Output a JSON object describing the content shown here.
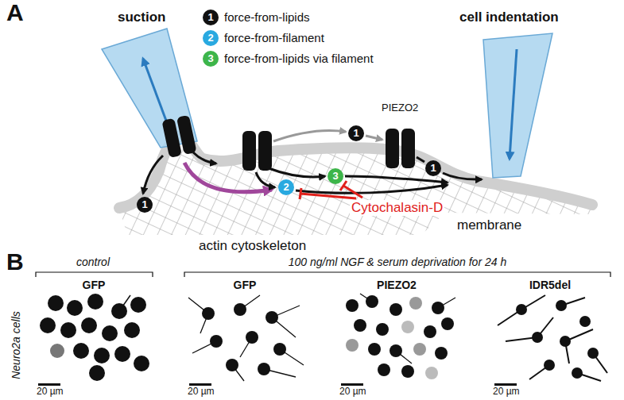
{
  "diagram": {
    "nodes": [
      {
        "text": [
          "GFP",
          "20 µm"
        ]
      },
      {
        "text": [
          "GFP",
          "20 µm"
        ]
      },
      {
        "text": [
          "PIEZO2",
          "20 µm"
        ]
      },
      {
        "text": [
          "IDR5del",
          "20 µm"
        ]
      }
    ],
    "labels": [
      "A",
      "suction",
      "cell indentation",
      "PIEZO2",
      "1",
      "1",
      "1",
      "2",
      "3",
      "actin cytoskeleton",
      "Cytochalasin-D",
      "membrane",
      "B",
      "control",
      "100 ng/ml NGF & serum deprivation for 24 h",
      "Neuro2a cells",
      "1",
      "2",
      "3"
    ],
    "legend": [
      {
        "text": "force-from-lipids",
        "color": "#111111"
      },
      {
        "text": "force-from-filament",
        "color": "#29a9e0"
      },
      {
        "text": "force-from-lipids via filament",
        "color": "#3db54a"
      }
    ]
  }
}
